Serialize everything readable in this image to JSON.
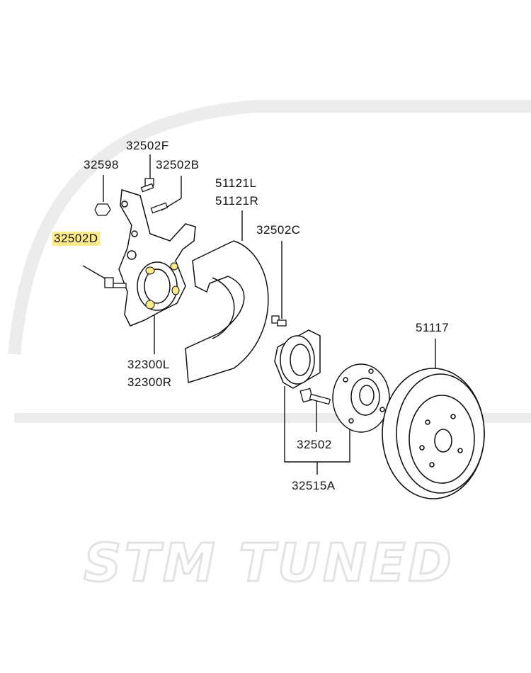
{
  "watermark": {
    "text": "STM TUNED"
  },
  "colors": {
    "highlight": "#fbe98a",
    "line": "#111111",
    "watermark": "#e9e9e9"
  },
  "labels": {
    "p32502F": "32502F",
    "p32598": "32598",
    "p32502B": "32502B",
    "p32502D": "32502D",
    "p32300L": "32300L",
    "p32300R": "32300R",
    "p51121L": "51121L",
    "p51121R": "51121R",
    "p32502C": "32502C",
    "p51117": "51117",
    "p32502": "32502",
    "p32515A": "32515A"
  },
  "highlighted_part": "32502D"
}
